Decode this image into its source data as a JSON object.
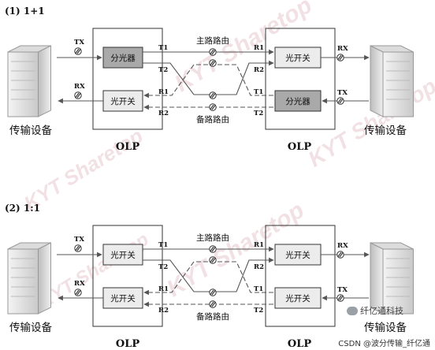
{
  "sections": [
    {
      "heading": "(1) 1+1",
      "left_device": "传输设备",
      "right_device": "传输设备",
      "left_olp": "OLP",
      "right_olp": "OLP",
      "tx_left": "TX",
      "rx_left": "RX",
      "rx_right": "RX",
      "tx_right": "TX",
      "box_left_top": "分光器",
      "box_left_bottom": "光开关",
      "box_right_top": "光开关",
      "box_right_bottom": "分光器",
      "port_t1_left": "T1",
      "port_t2_left": "T2",
      "port_r1_left": "R1",
      "port_r2_left": "R2",
      "port_r1_right": "R1",
      "port_r2_right": "R2",
      "port_t1_right": "T1",
      "port_t2_right": "T2",
      "main_route": "主路路由",
      "backup_route": "备路路由"
    },
    {
      "heading": "(2) 1:1",
      "left_device": "传输设备",
      "right_device": "传输设备",
      "left_olp": "OLP",
      "right_olp": "OLP",
      "tx_left": "TX",
      "rx_left": "RX",
      "rx_right": "RX",
      "tx_right": "TX",
      "box_left_top": "光开关",
      "box_left_bottom": "光开关",
      "box_right_top": "光开关",
      "box_right_bottom": "光开关",
      "port_t1_left": "T1",
      "port_t2_left": "T2",
      "port_r1_left": "R1",
      "port_r2_left": "R2",
      "port_r1_right": "R1",
      "port_r2_right": "R2",
      "port_t1_right": "T1",
      "port_t2_right": "T2",
      "main_route": "主路路由",
      "backup_route": "备路路由"
    }
  ],
  "watermark": "KYT Sharetop",
  "wechat_badge": "纤亿通科技",
  "footer": "CSDN @波分传输_纤亿通",
  "colors": {
    "splitter_fill": "#a9a9a9",
    "switch_fill": "#ececec",
    "line": "#555555",
    "watermark": "#e8c9cf"
  }
}
